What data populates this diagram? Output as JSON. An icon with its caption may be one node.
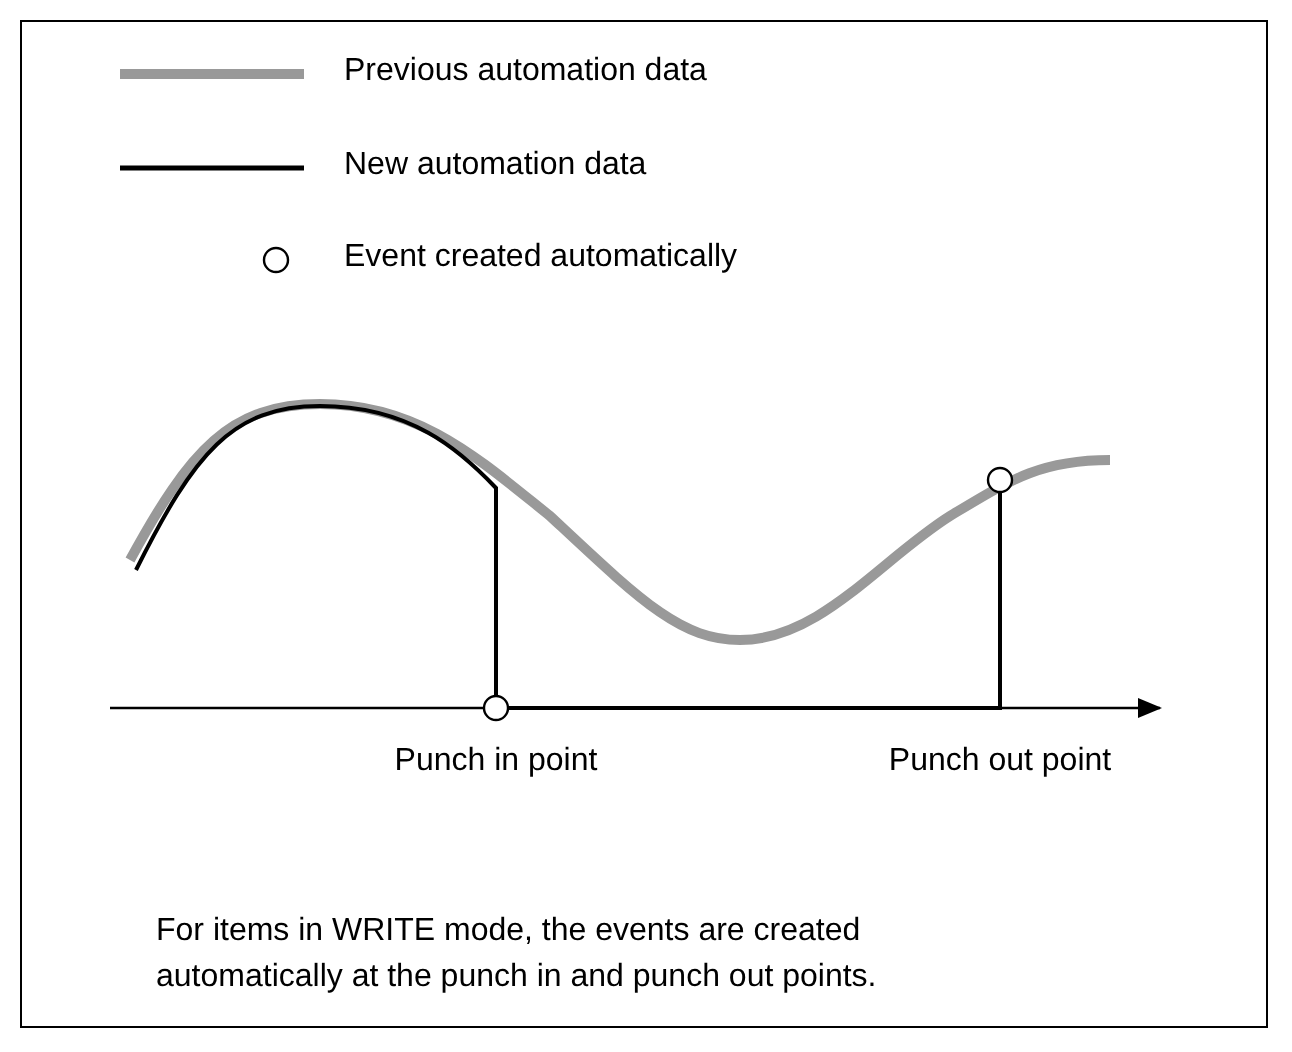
{
  "diagram": {
    "labels": [
      "Punch in point",
      "Punch out point"
    ],
    "legend": [
      {
        "text": "Previous automation data"
      },
      {
        "text": "New automation data"
      },
      {
        "text": "Event created automatically"
      }
    ],
    "caption": "For items in WRITE mode, the events are created automatically at the punch in and punch out points."
  }
}
